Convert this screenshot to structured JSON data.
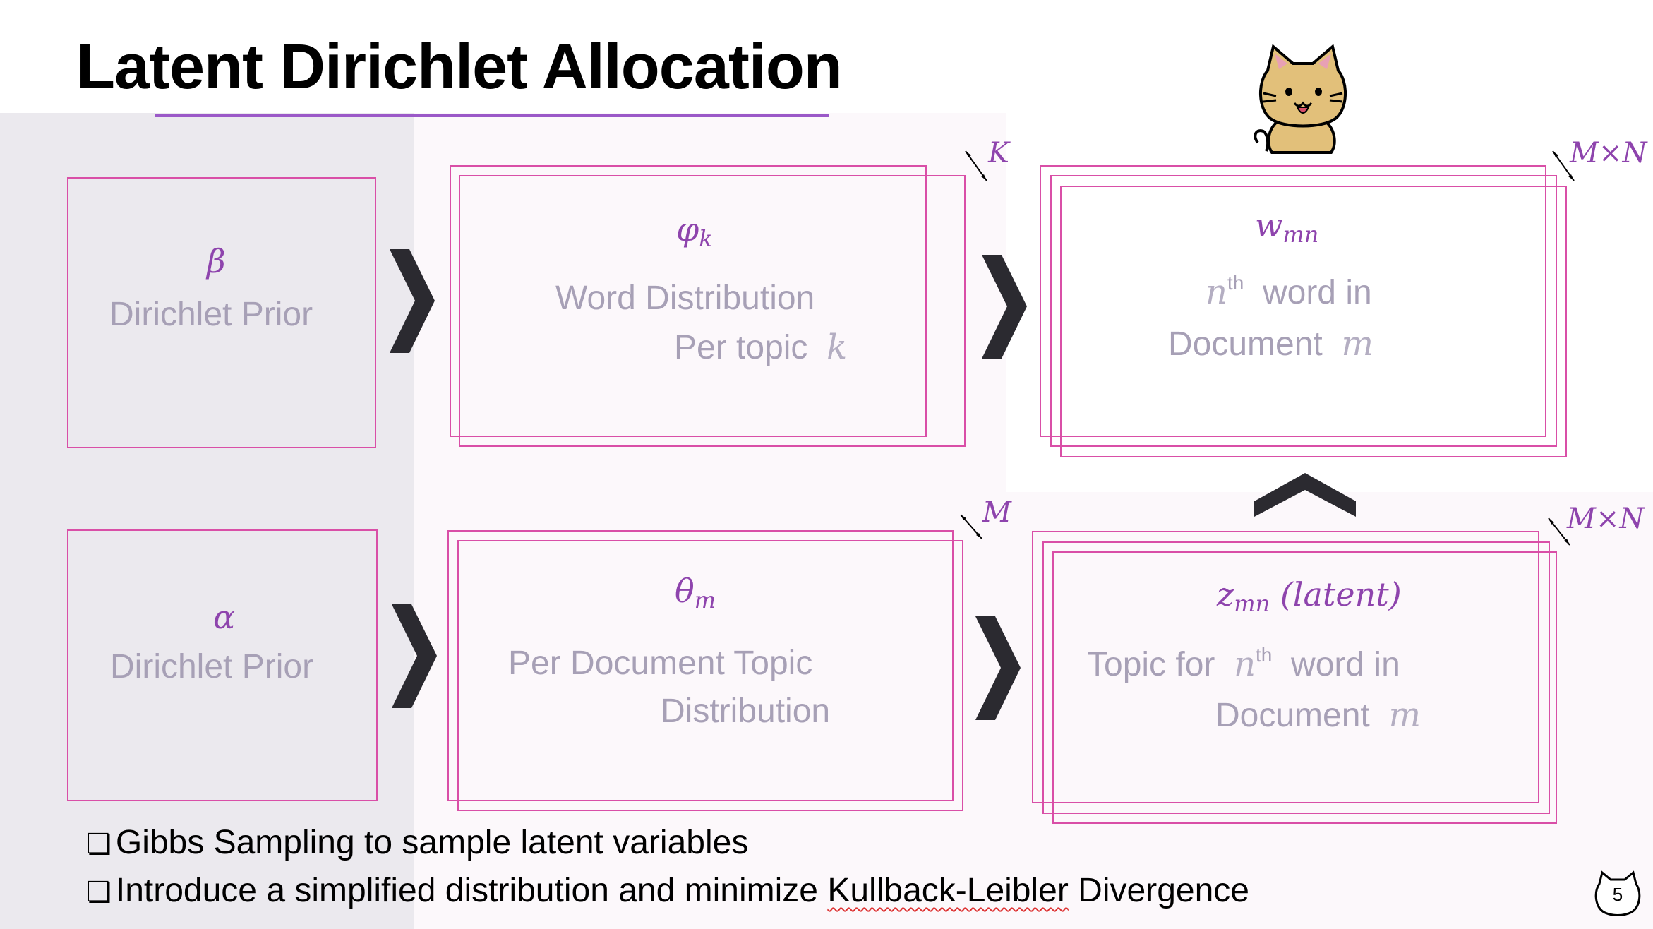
{
  "title": "Latent Dirichlet Allocation",
  "nodes": {
    "beta": {
      "symbol": "β",
      "label": "Dirichlet Prior"
    },
    "phi": {
      "symbol": "φ",
      "sub": "k",
      "line1": "Word Distribution",
      "line2": "Per topic",
      "line2_var": "k"
    },
    "w": {
      "symbol": "w",
      "sub": "mn",
      "var_n": "n",
      "sup": "th",
      "line1_rest": "word in",
      "line2": "Document",
      "line2_var": "m"
    },
    "alpha": {
      "symbol": "α",
      "label": "Dirichlet Prior"
    },
    "theta": {
      "symbol": "θ",
      "sub": "m",
      "line1": "Per Document Topic",
      "line2": "Distribution"
    },
    "z": {
      "symbol": "z",
      "sub": "mn",
      "suffix": "(latent)",
      "line1_pre": "Topic for",
      "var_n": "n",
      "sup": "th",
      "line1_rest": "word in",
      "line2": "Document",
      "line2_var": "m"
    }
  },
  "plates": {
    "phi": "K",
    "w": "M×N",
    "theta": "M",
    "z": "M×N"
  },
  "bullets": {
    "b1_box": "❏",
    "b1": "Gibbs Sampling to sample latent variables",
    "b2_box": "❏",
    "b2_pre": "Introduce a simplified distribution and minimize ",
    "b2_kl": "Kullback-Leibler",
    "b2_post": " Divergence"
  },
  "page_number": "5",
  "colors": {
    "accent": "#8e44ad",
    "box_border": "#d94fa7",
    "chevron": "#2b2a30",
    "label": "#a7a0b6"
  },
  "icons": [
    "cat-mascot-icon",
    "chevron-right-icon",
    "chevron-up-icon",
    "cat-page-badge-icon"
  ]
}
